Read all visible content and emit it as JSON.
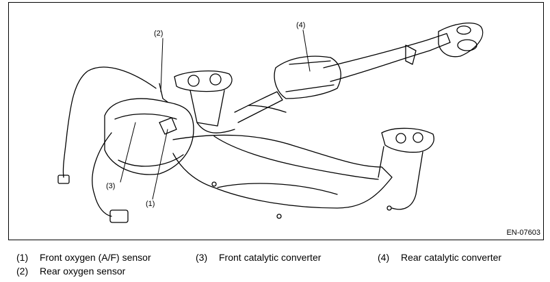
{
  "figure": {
    "id": "EN-07603",
    "callouts": [
      "(2)",
      "(4)",
      "(3)",
      "(1)"
    ]
  },
  "legend": [
    {
      "num": "(1)",
      "label": "Front oxygen (A/F) sensor"
    },
    {
      "num": "(3)",
      "label": "Front catalytic converter"
    },
    {
      "num": "(4)",
      "label": "Rear catalytic converter"
    },
    {
      "num": "(2)",
      "label": "Rear oxygen sensor"
    }
  ]
}
